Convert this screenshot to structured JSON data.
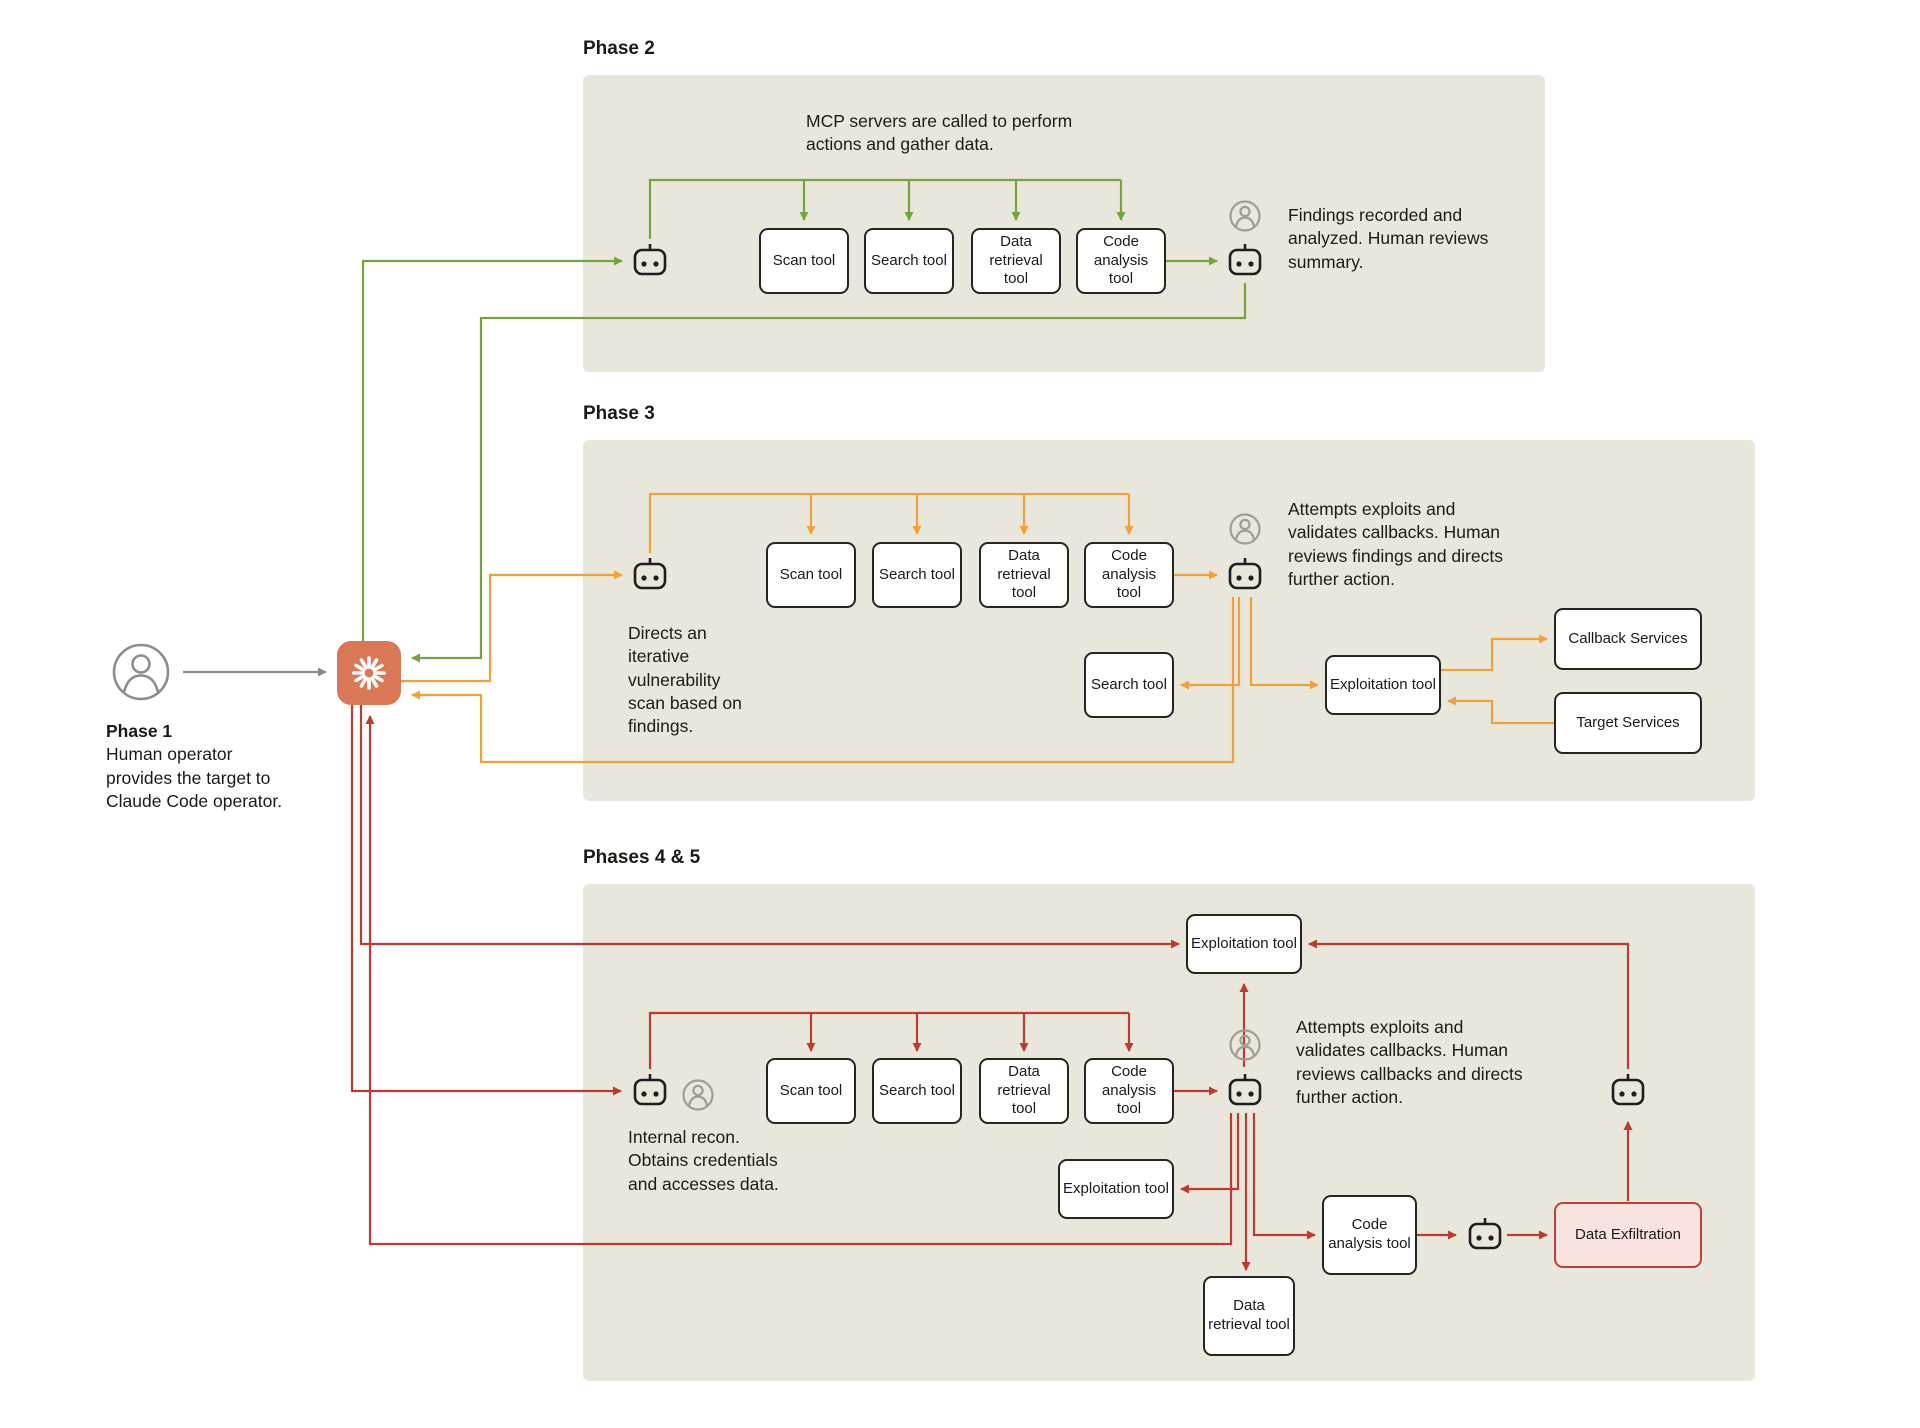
{
  "colors": {
    "background": "#ffffff",
    "panel_bg": "#e9e7db",
    "green_arrow": "#76a33e",
    "orange_arrow": "#f0a13a",
    "red_arrow": "#bf3a30",
    "gray_arrow": "#8c8c8c",
    "claude_logo_bg": "#d97757",
    "box_border": "#26261f",
    "exfiltration_bg": "#f8e3df",
    "exfiltration_border": "#bb4234"
  },
  "icons": {
    "agent": "robot-terminal-icon",
    "human": "person-circle-icon",
    "claude": "claude-starburst-logo"
  },
  "phase1": {
    "title": "Phase 1",
    "description": "Human operator provides the target to Claude Code operator."
  },
  "phase2": {
    "label": "Phase 2",
    "caption": "MCP servers are called to perform actions and gather data.",
    "tools": [
      "Scan tool",
      "Search tool",
      "Data retrieval tool",
      "Code analysis tool"
    ],
    "outcome": "Findings recorded and analyzed. Human reviews summary."
  },
  "phase3": {
    "label": "Phase 3",
    "agent_note": "Directs an iterative vulnerability scan based on findings.",
    "tools": [
      "Scan tool",
      "Search tool",
      "Data retrieval tool",
      "Code analysis tool"
    ],
    "outcome": "Attempts exploits and validates callbacks. Human reviews findings and directs further action.",
    "search_tool": "Search tool",
    "exploitation_tool": "Exploitation tool",
    "callback_services": "Callback Services",
    "target_services": "Target Services"
  },
  "phase45": {
    "label": "Phases 4 & 5",
    "agent_note": "Internal recon. Obtains credentials and accesses data.",
    "tools": [
      "Scan tool",
      "Search tool",
      "Data retrieval tool",
      "Code analysis tool"
    ],
    "outcome": "Attempts exploits and validates callbacks. Human reviews callbacks and directs further action.",
    "exploitation_tool_top": "Exploitation tool",
    "exploitation_tool": "Exploitation tool",
    "data_retrieval_tool": "Data retrieval tool",
    "code_analysis_tool": "Code analysis tool",
    "data_exfiltration": "Data Exfiltration"
  }
}
